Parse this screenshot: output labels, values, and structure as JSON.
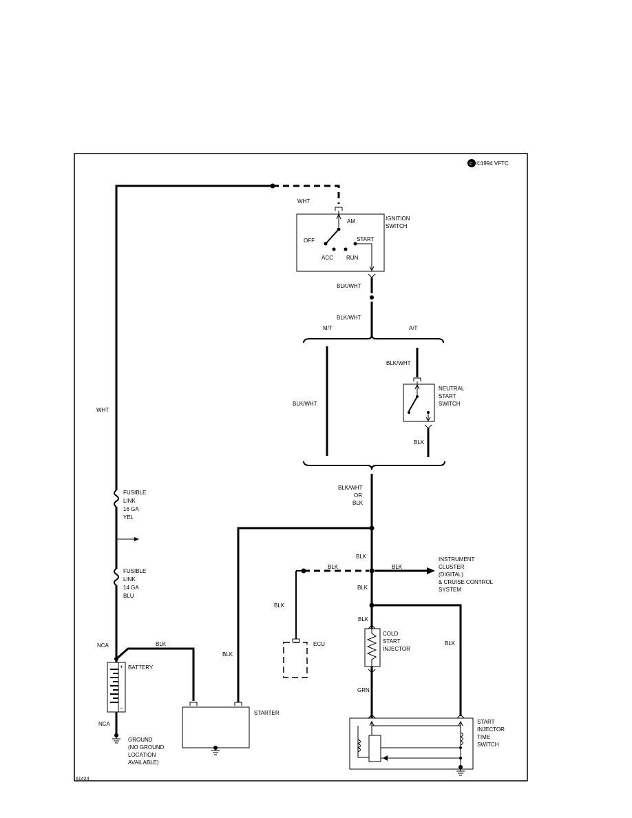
{
  "copyright": "©1994 VFTC",
  "figure_id": "61424",
  "wires": {
    "wht_top": "WHT",
    "wht_left": "WHT",
    "blk_wht_1": "BLK/WHT",
    "blk_wht_2": "BLK/WHT",
    "blk_wht_mt": "BLK/WHT",
    "blk_wht_at": "BLK/WHT",
    "blk_at": "BLK",
    "blk_wht_or_blk": [
      "BLK/WHT",
      "OR",
      "BLK"
    ],
    "blk_junction": "BLK",
    "blk_ecu_branch": "BLK",
    "blk_to_cluster": "BLK",
    "blk_mid": "BLK",
    "blk_lower": "BLK",
    "blk_ecu": "BLK",
    "blk_starter": "BLK",
    "blk_battery": "BLK",
    "blk_time_switch": "BLK",
    "grn": "GRN",
    "nca_top": "NCA",
    "nca_bottom": "NCA"
  },
  "transmission": {
    "mt": "M/T",
    "at": "A/T"
  },
  "components": {
    "ignition_switch": {
      "label": [
        "IGNITION",
        "SWITCH"
      ],
      "am": "AM",
      "off": "OFF",
      "acc": "ACC",
      "run": "RUN",
      "start": "START"
    },
    "neutral_start_switch": {
      "label": [
        "NEUTRAL",
        "START",
        "SWITCH"
      ]
    },
    "fusible_link_1": {
      "label": [
        "FUSIBLE",
        "LINK",
        "16 GA",
        "YEL"
      ]
    },
    "fusible_link_2": {
      "label": [
        "FUSIBLE",
        "LINK",
        "14 GA",
        "BLU"
      ]
    },
    "battery": {
      "label": "BATTERY",
      "plus": "+",
      "minus": "−"
    },
    "ground": {
      "label": [
        "GROUND",
        "(NO GROUND",
        "LOCATION",
        "AVAILABLE)"
      ]
    },
    "starter": {
      "label": "STARTER"
    },
    "ecu": {
      "label": "ECU"
    },
    "cold_start_injector": {
      "label": [
        "COLD",
        "START",
        "INJECTOR"
      ]
    },
    "instrument_cluster": {
      "label": [
        "INSTRUMENT",
        "CLUSTER",
        "(DIGITAL)",
        "& CRUISE CONTROL",
        "SYSTEM"
      ]
    },
    "time_switch": {
      "label": [
        "START",
        "INJECTOR",
        "TIME",
        "SWITCH"
      ]
    }
  }
}
